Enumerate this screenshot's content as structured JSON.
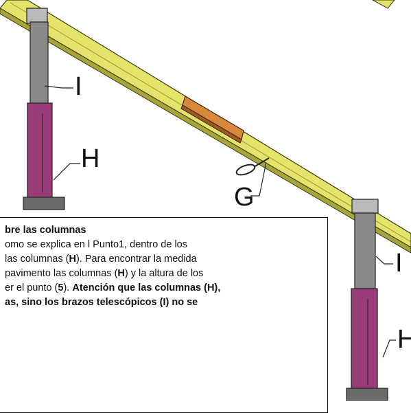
{
  "labels": {
    "I_left": "I",
    "H_left": "H",
    "G": "G",
    "I_right": "I",
    "H_right": "H"
  },
  "text": {
    "heading": "bre las columnas",
    "line1": "omo se explica en l Punto1, dentro de los",
    "line2_a": " las columnas (",
    "line2_b": "H",
    "line2_c": "). Para encontrar la medida",
    "line3_a": "pavimento las columnas (",
    "line3_b": "H",
    "line3_c": ") y la altura de los",
    "line4_a": "er el punto (",
    "line4_b": "5",
    "line4_c": "). ",
    "line4_d": "Atención que las columnas (H),",
    "line5": "as, sino los brazos telescópicos (I)  no se"
  },
  "colors": {
    "beam": "#e4e36a",
    "beam_dark": "#a7a53a",
    "column_upper": "#8a8a8a",
    "column_lower": "#9a3c78",
    "coupler": "#d7893b"
  }
}
